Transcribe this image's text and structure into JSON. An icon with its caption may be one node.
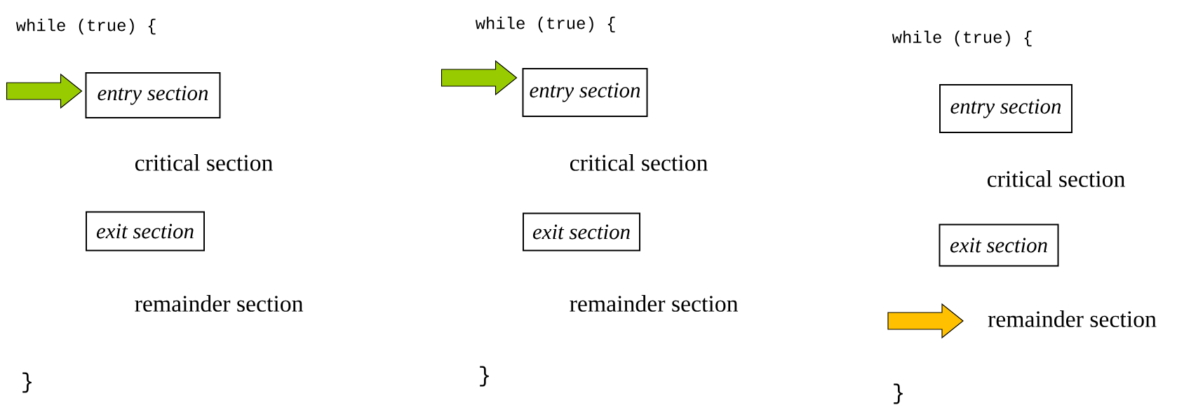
{
  "diagram": {
    "nodes": [
      {
        "text": [
          "entry section"
        ]
      },
      {
        "text": [
          "exit section"
        ]
      },
      {
        "text": [
          "entry section"
        ]
      },
      {
        "text": [
          "exit section"
        ]
      },
      {
        "text": [
          "entry section"
        ]
      },
      {
        "text": [
          "exit section"
        ]
      },
      {
        "text": [
          "remainder section"
        ]
      }
    ],
    "edges": [
      {
        "from": null,
        "to": 0,
        "arrow": "to",
        "color": "#99cc00"
      },
      {
        "from": null,
        "to": 2,
        "arrow": "to",
        "color": "#99cc00"
      },
      {
        "from": null,
        "to": 6,
        "arrow": "to",
        "color": "#ffc000"
      }
    ],
    "labels": [
      "while (true) {",
      "critical section",
      "remainder section",
      "}",
      "while (true) {",
      "critical section",
      "remainder section",
      "}",
      "while (true) {",
      "critical section",
      "}"
    ]
  }
}
